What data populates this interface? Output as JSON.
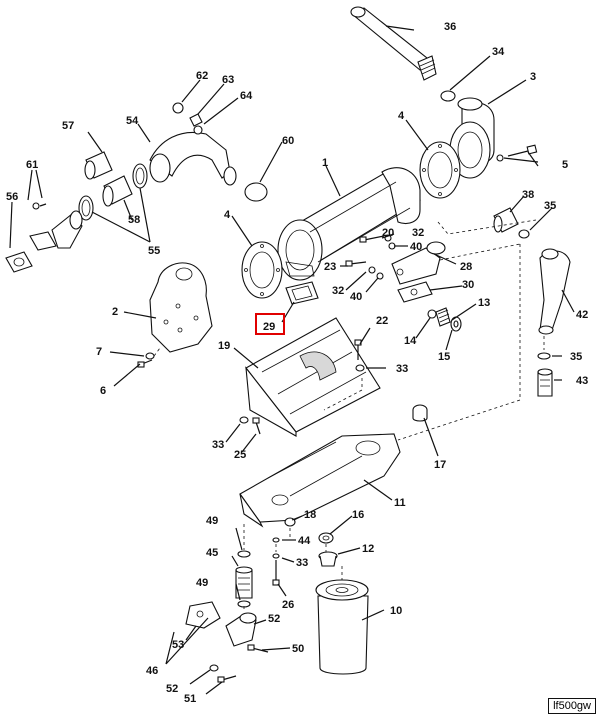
{
  "figure": {
    "code": "lf500gw",
    "highlighted_callout": "29"
  },
  "callouts": [
    {
      "id": "36",
      "label": "36"
    },
    {
      "id": "34",
      "label": "34"
    },
    {
      "id": "3",
      "label": "3"
    },
    {
      "id": "62",
      "label": "62"
    },
    {
      "id": "63",
      "label": "63"
    },
    {
      "id": "64",
      "label": "64"
    },
    {
      "id": "57",
      "label": "57"
    },
    {
      "id": "54",
      "label": "54"
    },
    {
      "id": "60",
      "label": "60"
    },
    {
      "id": "4a",
      "label": "4"
    },
    {
      "id": "4b",
      "label": "4"
    },
    {
      "id": "1",
      "label": "1"
    },
    {
      "id": "5",
      "label": "5"
    },
    {
      "id": "61",
      "label": "61"
    },
    {
      "id": "56",
      "label": "56"
    },
    {
      "id": "58",
      "label": "58"
    },
    {
      "id": "55",
      "label": "55"
    },
    {
      "id": "38",
      "label": "38"
    },
    {
      "id": "35a",
      "label": "35"
    },
    {
      "id": "20",
      "label": "20"
    },
    {
      "id": "32a",
      "label": "32"
    },
    {
      "id": "40a",
      "label": "40"
    },
    {
      "id": "23",
      "label": "23"
    },
    {
      "id": "32b",
      "label": "32"
    },
    {
      "id": "40b",
      "label": "40"
    },
    {
      "id": "28",
      "label": "28"
    },
    {
      "id": "30",
      "label": "30"
    },
    {
      "id": "2",
      "label": "2"
    },
    {
      "id": "29",
      "label": "29"
    },
    {
      "id": "13",
      "label": "13"
    },
    {
      "id": "42",
      "label": "42"
    },
    {
      "id": "22",
      "label": "22"
    },
    {
      "id": "14",
      "label": "14"
    },
    {
      "id": "15",
      "label": "15"
    },
    {
      "id": "7",
      "label": "7"
    },
    {
      "id": "19",
      "label": "19"
    },
    {
      "id": "33a",
      "label": "33"
    },
    {
      "id": "35b",
      "label": "35"
    },
    {
      "id": "6",
      "label": "6"
    },
    {
      "id": "43",
      "label": "43"
    },
    {
      "id": "33b",
      "label": "33"
    },
    {
      "id": "25",
      "label": "25"
    },
    {
      "id": "17",
      "label": "17"
    },
    {
      "id": "11",
      "label": "11"
    },
    {
      "id": "18",
      "label": "18"
    },
    {
      "id": "49a",
      "label": "49"
    },
    {
      "id": "16",
      "label": "16"
    },
    {
      "id": "44",
      "label": "44"
    },
    {
      "id": "45",
      "label": "45"
    },
    {
      "id": "12",
      "label": "12"
    },
    {
      "id": "33c",
      "label": "33"
    },
    {
      "id": "49b",
      "label": "49"
    },
    {
      "id": "26",
      "label": "26"
    },
    {
      "id": "10",
      "label": "10"
    },
    {
      "id": "53",
      "label": "53"
    },
    {
      "id": "52a",
      "label": "52"
    },
    {
      "id": "46",
      "label": "46"
    },
    {
      "id": "50",
      "label": "50"
    },
    {
      "id": "52b",
      "label": "52"
    },
    {
      "id": "51",
      "label": "51"
    }
  ]
}
